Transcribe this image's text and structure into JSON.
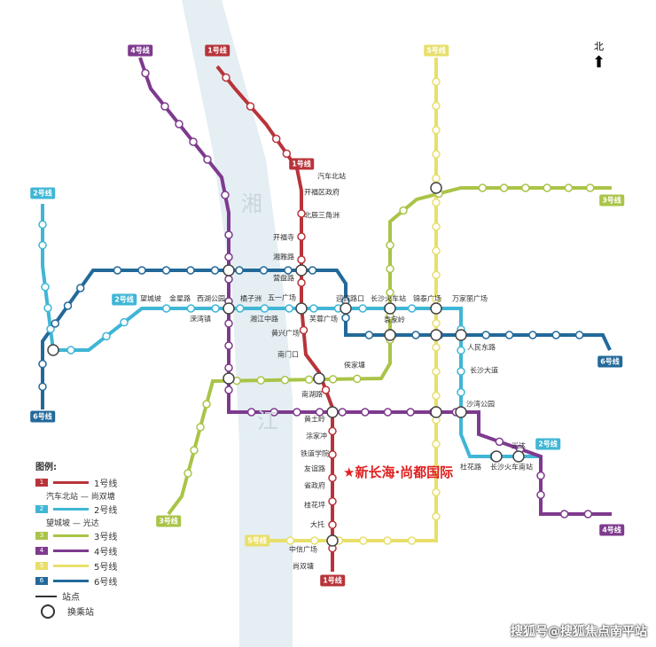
{
  "river_names": [
    "湘",
    "江"
  ],
  "north": "北",
  "lines": [
    {
      "id": "1",
      "badge": "1号线",
      "color": "#b8343a"
    },
    {
      "id": "2",
      "badge": "2号线",
      "color": "#3fb6d6"
    },
    {
      "id": "3",
      "badge": "3号线",
      "color": "#a9c447"
    },
    {
      "id": "4",
      "badge": "4号线",
      "color": "#7e3a8e"
    },
    {
      "id": "5",
      "badge": "5号线",
      "color": "#e8df6a"
    },
    {
      "id": "6",
      "badge": "6号线",
      "color": "#22699a"
    }
  ],
  "stations": [
    "汽车北站",
    "开福区政府",
    "北辰三角洲",
    "开福寺",
    "湘雅路",
    "营盘路",
    "五一广场",
    "芙蓉广场",
    "黄兴广场",
    "南门口",
    "侯家塘",
    "南湖路",
    "黄土岭",
    "涂家冲",
    "铁道学院",
    "友谊路",
    "省政府",
    "桂花坪",
    "大托",
    "中信广场",
    "尚双塘",
    "望城坡",
    "金星路",
    "西湖公园",
    "溁湾镇",
    "橘子洲",
    "湘江中路",
    "迎宾路口",
    "长沙火车站",
    "锦泰广场",
    "万家丽广场",
    "袁家岭",
    "人民东路",
    "长沙大道",
    "沙湾公园",
    "杜花路",
    "长沙火车南站",
    "光达"
  ],
  "highlight": "新长海·尚都国际",
  "legend": {
    "title": "图例:",
    "items": [
      {
        "badge": "1",
        "label": "1号线",
        "color": "#b8343a",
        "sub": "汽车北站 — 尚双塘"
      },
      {
        "badge": "2",
        "label": "2号线",
        "color": "#3fb6d6",
        "sub": "望城坡 — 光达"
      },
      {
        "badge": "3",
        "label": "3号线",
        "color": "#a9c447"
      },
      {
        "badge": "4",
        "label": "4号线",
        "color": "#7e3a8e"
      },
      {
        "badge": "5",
        "label": "5号线",
        "color": "#e8df6a"
      },
      {
        "badge": "6",
        "label": "6号线",
        "color": "#22699a"
      }
    ],
    "station": "站点",
    "transfer": "换乘站"
  },
  "watermark": "搜狐号@搜狐焦点南平站"
}
